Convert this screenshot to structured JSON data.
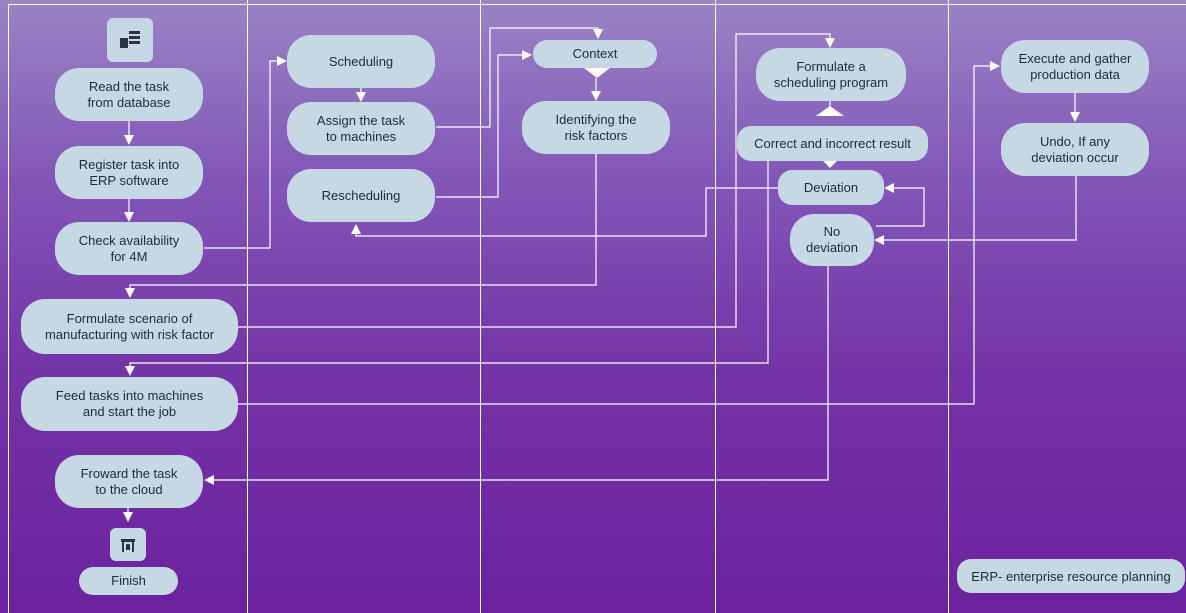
{
  "lanes": 5,
  "nodes": {
    "read_task": "Read the task\nfrom database",
    "register_task": "Register task into\nERP software",
    "check_availability": "Check availability\nfor 4M",
    "formulate_scenario": "Formulate scenario of\nmanufacturing with risk factor",
    "feed_tasks": "Feed tasks into machines\nand start the job",
    "forward_task": "Froward the task\nto the cloud",
    "finish": "Finish",
    "scheduling": "Scheduling",
    "assign_task": "Assign the task\nto machines",
    "rescheduling": "Rescheduling",
    "context": "Context",
    "identifying_risk": "Identifying the\nrisk factors",
    "formulate_program": "Formulate a\nscheduling program",
    "correct_incorrect": "Correct and incorrect  result",
    "deviation": "Deviation",
    "no_deviation": "No\ndeviation",
    "execute_gather": "Execute and gather\nproduction data",
    "undo": "Undo, If any\ndeviation occur"
  },
  "legend": "ERP- enterprise resource planning",
  "icons": {
    "start": "database-icon",
    "end": "finish-flag-icon"
  },
  "colors": {
    "background_top": "#9a84c4",
    "background_bottom": "#6c229f",
    "node_fill": "#c6d8e4",
    "connector": "#ffffff"
  }
}
